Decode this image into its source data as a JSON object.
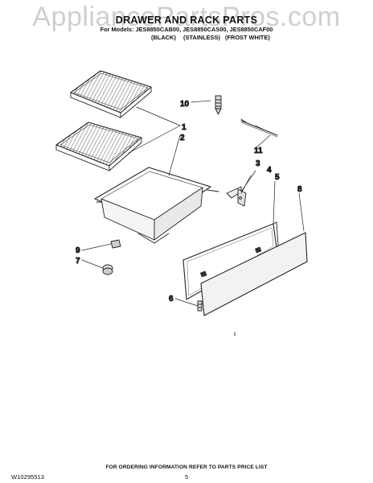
{
  "watermark": "AppliancePartsPros.com",
  "title": "DRAWER AND RACK PARTS",
  "models_line": "For Models: JES8850CAB00, JES8850CAS00, JES8850CAF00",
  "finishes": [
    "(BLACK)",
    "(STAINLESS)",
    "(FROST WHITE)"
  ],
  "callouts": {
    "c1": "1",
    "c2": "2",
    "c3": "3",
    "c4": "4",
    "c5": "5",
    "c6": "6",
    "c7": "7",
    "c8": "8",
    "c9": "9",
    "c10": "10",
    "c11": "11"
  },
  "footer_note": "FOR ORDERING INFORMATION REFER TO PARTS PRICE LIST",
  "doc_number": "W10295513",
  "page_number": "5"
}
